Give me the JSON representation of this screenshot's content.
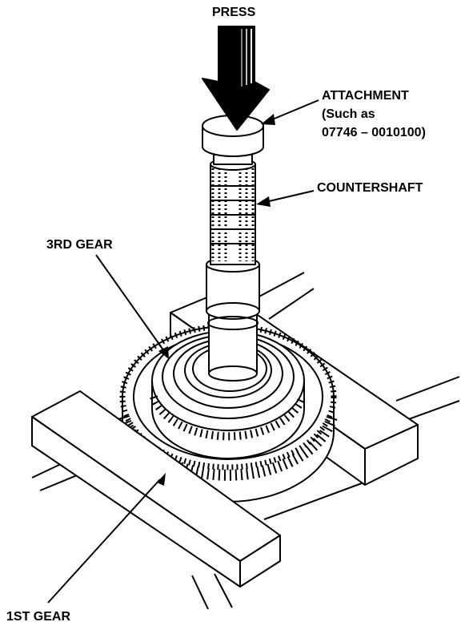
{
  "labels": {
    "press": "PRESS",
    "attachment_title": "ATTACHMENT",
    "attachment_line2": "(Such as",
    "attachment_line3": "07746 – 0010100)",
    "countershaft": "COUNTERSHAFT",
    "third_gear": "3RD GEAR",
    "first_gear": "1ST GEAR"
  },
  "colors": {
    "ink": "#000000",
    "paper": "#ffffff"
  }
}
